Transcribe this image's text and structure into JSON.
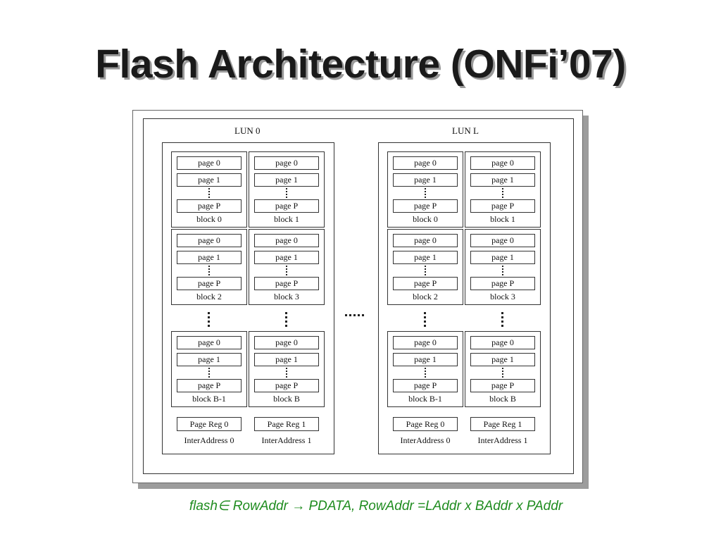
{
  "title": "Flash Architecture (ONFi’07)",
  "diagram": {
    "luns": [
      {
        "label": "LUN 0",
        "blocks": [
          {
            "label": "block 0",
            "pages": [
              "page 0",
              "page 1",
              "page P"
            ]
          },
          {
            "label": "block 1",
            "pages": [
              "page 0",
              "page 1",
              "page P"
            ]
          },
          {
            "label": "block 2",
            "pages": [
              "page 0",
              "page 1",
              "page P"
            ]
          },
          {
            "label": "block 3",
            "pages": [
              "page 0",
              "page 1",
              "page P"
            ]
          },
          {
            "label": "block B-1",
            "pages": [
              "page 0",
              "page 1",
              "page P"
            ]
          },
          {
            "label": "block B",
            "pages": [
              "page 0",
              "page 1",
              "page P"
            ]
          }
        ],
        "registers": [
          {
            "label": "Page Reg 0",
            "address": "InterAddress 0"
          },
          {
            "label": "Page Reg 1",
            "address": "InterAddress 1"
          }
        ]
      },
      {
        "label": "LUN L",
        "blocks": [
          {
            "label": "block 0",
            "pages": [
              "page 0",
              "page 1",
              "page P"
            ]
          },
          {
            "label": "block 1",
            "pages": [
              "page 0",
              "page 1",
              "page P"
            ]
          },
          {
            "label": "block 2",
            "pages": [
              "page 0",
              "page 1",
              "page P"
            ]
          },
          {
            "label": "block 3",
            "pages": [
              "page 0",
              "page 1",
              "page P"
            ]
          },
          {
            "label": "block B-1",
            "pages": [
              "page 0",
              "page 1",
              "page P"
            ]
          },
          {
            "label": "block B",
            "pages": [
              "page 0",
              "page 1",
              "page P"
            ]
          }
        ],
        "registers": [
          {
            "label": "Page Reg 0",
            "address": "InterAddress 0"
          },
          {
            "label": "Page Reg 1",
            "address": "InterAddress 1"
          }
        ]
      }
    ]
  },
  "formula": "flash∈ RowAddr → PDATA, RowAddr =LAddr x BAddr x PAddr",
  "colors": {
    "formula": "#1f8c1f",
    "title_shadow": "#9a9a9a"
  }
}
